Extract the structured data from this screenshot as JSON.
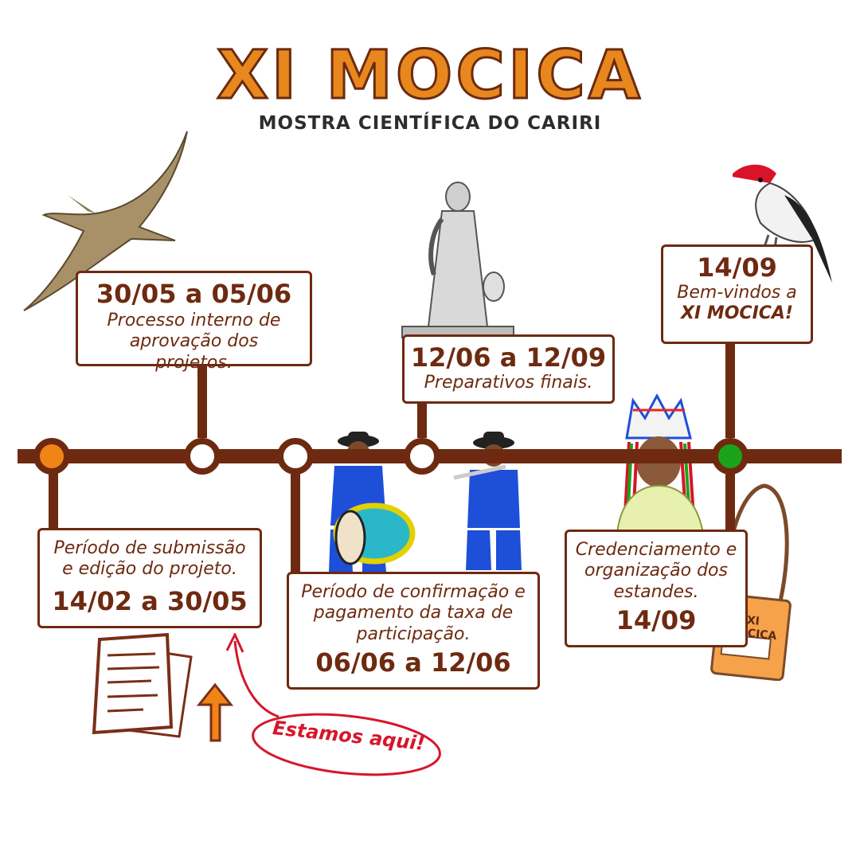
{
  "header": {
    "title": "XI MOCICA",
    "subtitle": "MOSTRA CIENTÍFICA DO CARIRI"
  },
  "timeline": {
    "event1": {
      "desc": "Período de submissão e edição do projeto.",
      "date": "14/02 a 30/05",
      "status": "current"
    },
    "event2": {
      "date": "30/05 a 05/06",
      "desc": "Processo interno de aprovação dos projetos."
    },
    "event3": {
      "desc": "Período de confirmação e pagamento da taxa de participação.",
      "date": "06/06 a 12/06"
    },
    "event4": {
      "date": "12/06 a 12/09",
      "desc": "Preparativos finais."
    },
    "event5": {
      "desc": "Credenciamento e organização dos estandes.",
      "date": "14/09"
    },
    "event6": {
      "date": "14/09",
      "desc_line1": "Bem-vindos a",
      "desc_bold": "XI MOCICA!"
    }
  },
  "callout": {
    "label": "Estamos aqui!"
  },
  "badge": {
    "label": "XI MOCICA"
  },
  "colors": {
    "line": "#6e2a10",
    "current": "#f08417",
    "final": "#1aa31a",
    "title": "#e8871d",
    "callout": "#d6162b"
  },
  "illustrations": [
    "pterodactyl",
    "padre-cicero-statue",
    "soldadinho-do-araripe-bird",
    "zabumba-drummer",
    "pifano-flute-player",
    "reisado-master",
    "documents-upload",
    "mocica-badge"
  ]
}
